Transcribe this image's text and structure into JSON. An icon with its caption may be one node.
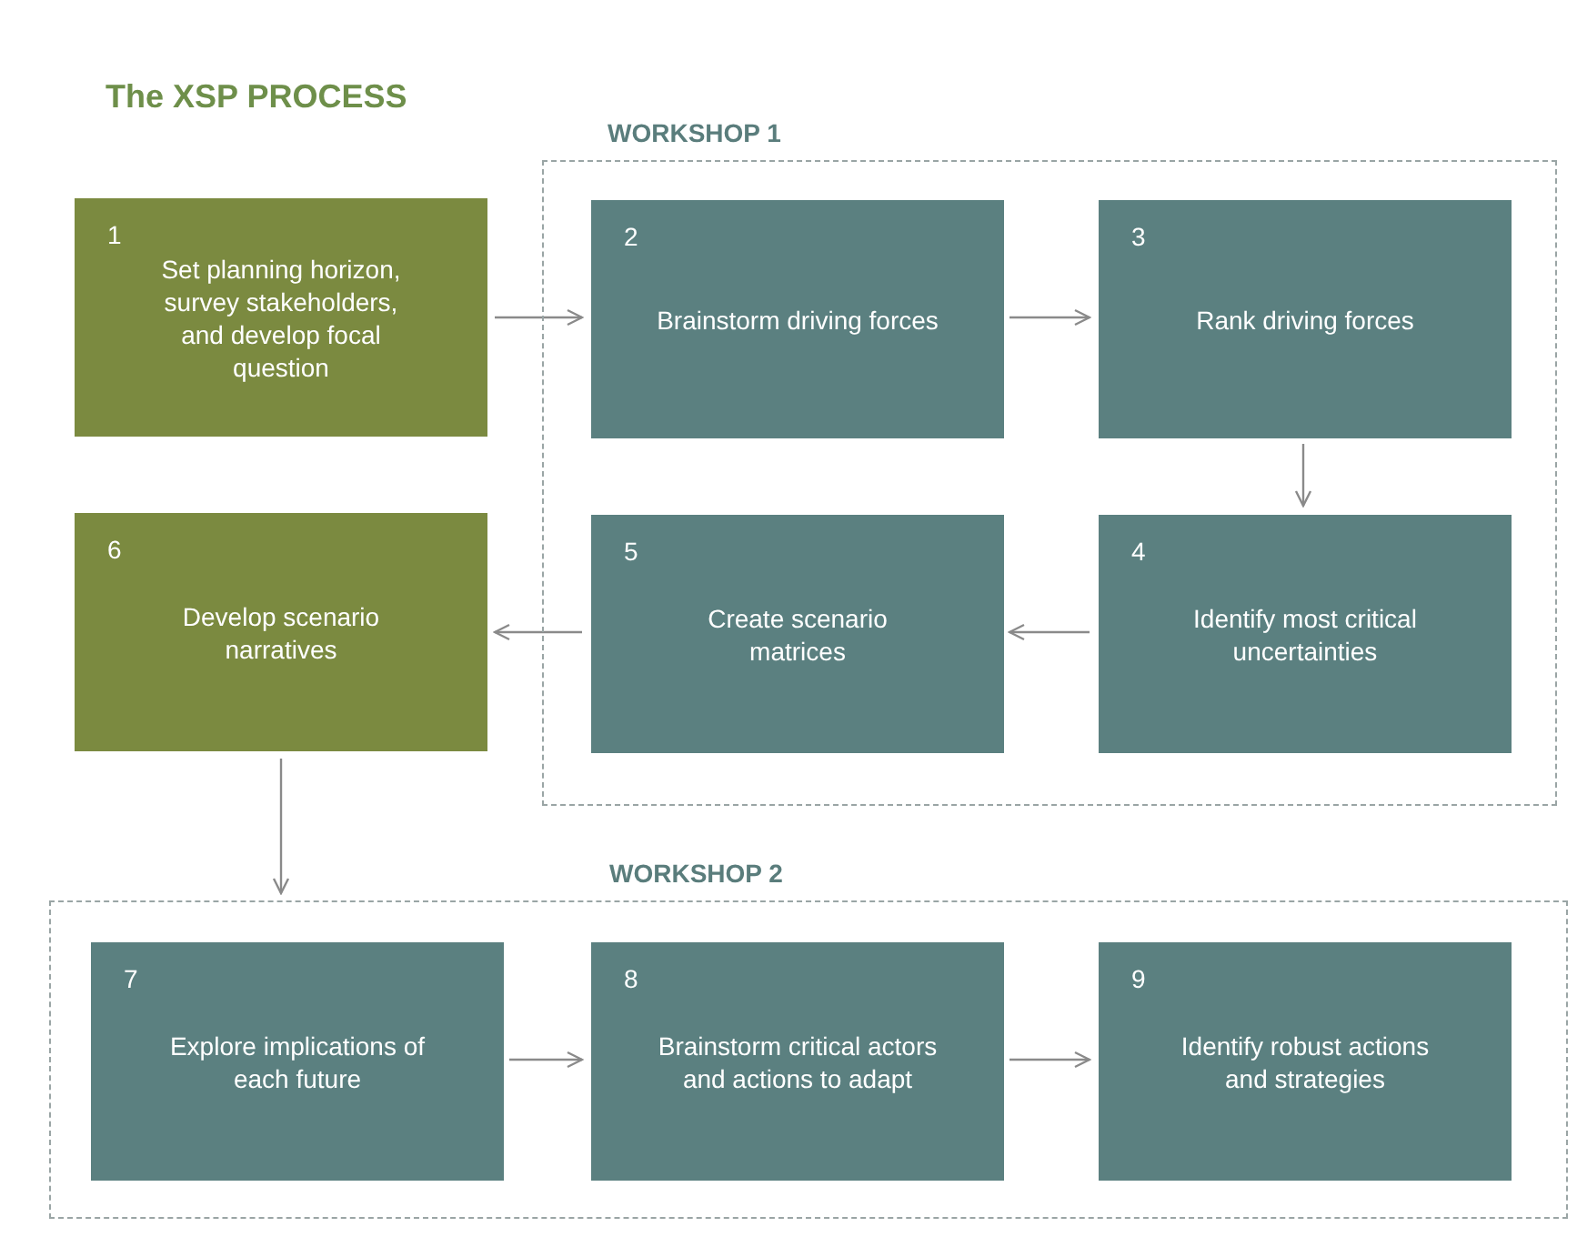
{
  "diagram": {
    "title": "The XSP PROCESS",
    "nodes": [
      {
        "text": [
          "1",
          "Set planning horizon, survey stakeholders, and develop focal question"
        ]
      },
      {
        "text": [
          "WORKSHOP 1"
        ]
      },
      {
        "text": [
          "2",
          "Brainstorm driving forces"
        ],
        "in": 1
      },
      {
        "text": [
          "3",
          "Rank driving forces"
        ],
        "in": 1
      },
      {
        "text": [
          "4",
          "Identify most critical uncertainties"
        ],
        "in": 1
      },
      {
        "text": [
          "5",
          "Create scenario matrices"
        ],
        "in": 1
      },
      {
        "text": [
          "6",
          "Develop scenario narratives"
        ]
      },
      {
        "text": [
          "WORKSHOP 2"
        ]
      },
      {
        "text": [
          "7",
          "Explore implications of each future"
        ],
        "in": 7
      },
      {
        "text": [
          "8",
          "Brainstorm critical actors and actions to adapt"
        ],
        "in": 7
      },
      {
        "text": [
          "9",
          "Identify robust actions and strategies"
        ],
        "in": 7
      }
    ],
    "edges": [
      {
        "from": 0,
        "to": 2,
        "arrow": "to"
      },
      {
        "from": 2,
        "to": 3,
        "arrow": "to"
      },
      {
        "from": 3,
        "to": 4,
        "arrow": "to"
      },
      {
        "from": 4,
        "to": 5,
        "arrow": "to"
      },
      {
        "from": 5,
        "to": 6,
        "arrow": "to"
      },
      {
        "from": 6,
        "to": 7,
        "arrow": "to"
      },
      {
        "from": 8,
        "to": 9,
        "arrow": "to"
      },
      {
        "from": 9,
        "to": 10,
        "arrow": "to"
      }
    ]
  }
}
